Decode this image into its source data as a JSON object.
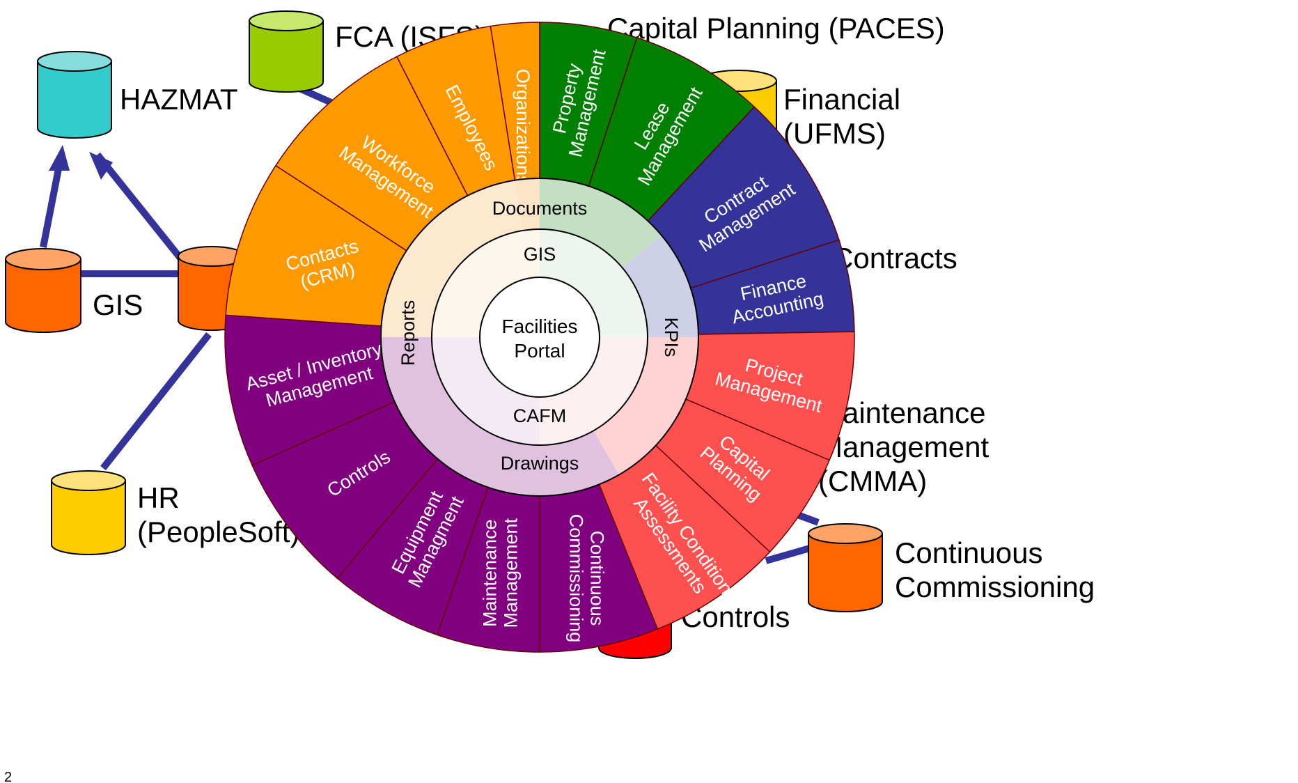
{
  "colors": {
    "connector": "#333399",
    "orange": "#ff9900",
    "green": "#008000",
    "navy": "#333399",
    "red": "#ff5050",
    "purple": "#800080",
    "divider": "#660000"
  },
  "databases": [
    {
      "id": "hazmat",
      "lines": [
        "HAZMAT"
      ],
      "top_color": "#85dddd",
      "body_color": "#33cccc"
    },
    {
      "id": "fca",
      "lines": [
        "FCA (ISFS)"
      ],
      "top_color": "#c5e96a",
      "body_color": "#99cc00"
    },
    {
      "id": "gis",
      "lines": [
        "GIS"
      ],
      "top_color": "#ffa366",
      "body_color": "#ff6600"
    },
    {
      "id": "center",
      "lines": [],
      "top_color": "#ffa366",
      "body_color": "#ff6600"
    },
    {
      "id": "hr",
      "lines": [
        "HR",
        "(PeopleSoft)"
      ],
      "top_color": "#ffe27a",
      "body_color": "#ffcc00"
    },
    {
      "id": "financial",
      "lines": [
        "Financial",
        "(UFMS)"
      ],
      "top_color": "#ffe27a",
      "body_color": "#ffcc00"
    },
    {
      "id": "contracts",
      "lines": [
        "Contracts"
      ],
      "top_color": "",
      "body_color": ""
    },
    {
      "id": "maintenance",
      "lines": [
        "Maintenance",
        "Management",
        "(CMMA)"
      ],
      "top_color": "",
      "body_color": ""
    },
    {
      "id": "cc",
      "lines": [
        "Continuous",
        "Commissioning"
      ],
      "top_color": "#ffa366",
      "body_color": "#ff6600"
    },
    {
      "id": "controls",
      "lines": [
        "Controls"
      ],
      "top_color": "#ff6666",
      "body_color": "#ff0000"
    },
    {
      "id": "capital",
      "lines": [
        "Capital Planning (PACES)"
      ],
      "top_color": "",
      "body_color": ""
    }
  ],
  "wheel": {
    "segments": [
      {
        "lines": [
          "Organizations"
        ],
        "color": "orange"
      },
      {
        "lines": [
          "Employees"
        ],
        "color": "orange"
      },
      {
        "lines": [
          "Workforce",
          "Management"
        ],
        "color": "orange"
      },
      {
        "lines": [
          "Contacts",
          "(CRM)"
        ],
        "color": "orange"
      },
      {
        "lines": [
          "Property",
          "Management"
        ],
        "color": "green"
      },
      {
        "lines": [
          "Lease",
          "Management"
        ],
        "color": "green"
      },
      {
        "lines": [
          "Contract",
          "Management"
        ],
        "color": "navy"
      },
      {
        "lines": [
          "Finance",
          "Accounting"
        ],
        "color": "navy"
      },
      {
        "lines": [
          "Project",
          "Management"
        ],
        "color": "red"
      },
      {
        "lines": [
          "Capital",
          "Planning"
        ],
        "color": "red"
      },
      {
        "lines": [
          "Facility Condition",
          "Assessments"
        ],
        "color": "red"
      },
      {
        "lines": [
          "Continuous",
          "Commissioning"
        ],
        "color": "purple"
      },
      {
        "lines": [
          "Maintenance",
          "Management"
        ],
        "color": "purple"
      },
      {
        "lines": [
          "Equipment",
          "Managment"
        ],
        "color": "purple"
      },
      {
        "lines": [
          "Controls"
        ],
        "color": "purple"
      },
      {
        "lines": [
          "Asset / Inventory",
          "Management"
        ],
        "color": "purple"
      }
    ],
    "ring_labels": {
      "documents": "Documents",
      "kpis": "KPIs",
      "drawings": "Drawings",
      "reports": "Reports"
    },
    "inner_labels": {
      "gis": "GIS",
      "cafm": "CAFM"
    },
    "hub_lines": [
      "Facilities",
      "Portal"
    ]
  },
  "page_number": "2"
}
